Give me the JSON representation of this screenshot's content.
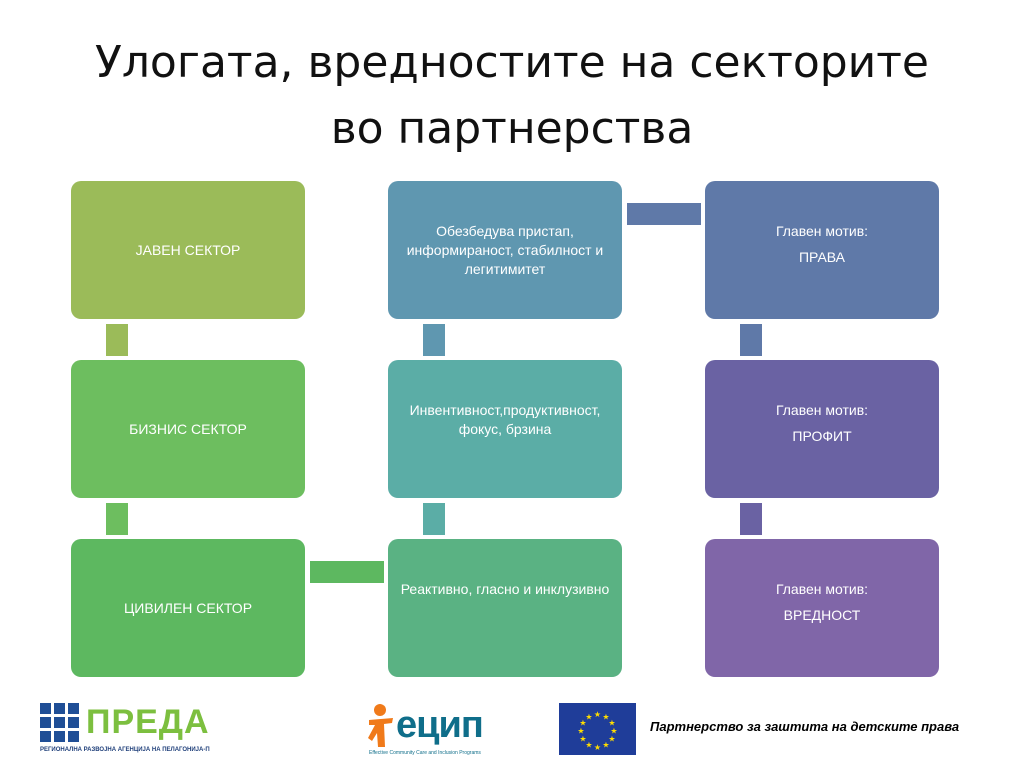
{
  "slide": {
    "title_line1": "Улогата, вредностите на секторите",
    "title_line2": "во партнерства"
  },
  "sectors": {
    "public": "ЈАВЕН СЕКТОР",
    "business": "БИЗНИС СЕКТОР",
    "civil": "ЦИВИЛЕН СЕКТОР"
  },
  "values": {
    "public": "Обезбедува пристап, информираност, стабилност и легитимитет",
    "business": "Инвентивност,продуктивност, фокус, брзина",
    "civil": "Реактивно, гласно и инклузивно"
  },
  "motives": {
    "label": "Главен мотив:",
    "public": "ПРАВА",
    "business": "ПРОФИТ",
    "civil": "ВРЕДНОСТ"
  },
  "colors": {
    "column1": [
      "#9bbb59",
      "#6dbe5f",
      "#5db860"
    ],
    "column2": [
      "#5f97b0",
      "#5bada6",
      "#5ab283"
    ],
    "column3": [
      "#5f79a8",
      "#6a62a3",
      "#8066a8"
    ]
  },
  "footer": {
    "preda_logo": "ПРЕДА",
    "preda_subtitle": "РЕГИОНАЛНА РАЗВОЈНА АГЕНЦИЈА НА ПЕЛАГОНИЈА-ПРЕДА",
    "ecip_logo": "ецип",
    "ecip_subtitle": "Effective Community Care and Inclusion Programs",
    "eu_flag_icon": "eu-flag-icon",
    "text": "Партнерство за заштита на детските права"
  }
}
